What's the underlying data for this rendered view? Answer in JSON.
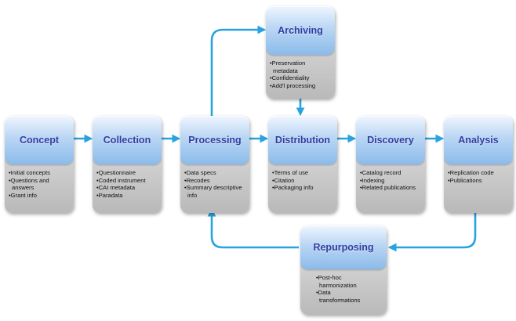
{
  "nodes": [
    {
      "id": "concept",
      "title": "Concept",
      "items": [
        "Initial concepts",
        "Questions and answers",
        "Grant info"
      ]
    },
    {
      "id": "collection",
      "title": "Collection",
      "items": [
        "Questionnaire",
        "Coded instrument",
        "CAI metadata",
        "Paradata"
      ]
    },
    {
      "id": "processing",
      "title": "Processing",
      "items": [
        "Data specs",
        "Recodes",
        "Summary descriptive info"
      ]
    },
    {
      "id": "distribution",
      "title": "Distribution",
      "items": [
        "Terms of use",
        "Citation",
        "Packaging info"
      ]
    },
    {
      "id": "discovery",
      "title": "Discovery",
      "items": [
        "Catalog record",
        "Indexing",
        "Related publications"
      ]
    },
    {
      "id": "analysis",
      "title": "Analysis",
      "items": [
        "Replication code",
        "Publications"
      ]
    },
    {
      "id": "archiving",
      "title": "Archiving",
      "items": [
        "Preservation metadata",
        "Confidentiality",
        "Add'l processing"
      ]
    },
    {
      "id": "repurposing",
      "title": "Repurposing",
      "items": [
        "Post-hoc harmonization",
        "Data transformations"
      ]
    }
  ],
  "connections": [
    {
      "from": "concept",
      "to": "collection"
    },
    {
      "from": "collection",
      "to": "processing"
    },
    {
      "from": "processing",
      "to": "distribution"
    },
    {
      "from": "distribution",
      "to": "discovery"
    },
    {
      "from": "discovery",
      "to": "analysis"
    },
    {
      "from": "processing",
      "to": "archiving"
    },
    {
      "from": "archiving",
      "to": "distribution"
    },
    {
      "from": "analysis",
      "to": "repurposing"
    },
    {
      "from": "repurposing",
      "to": "processing"
    }
  ],
  "colors": {
    "arrow": "#29a3e0",
    "title": "#2f3da3"
  }
}
